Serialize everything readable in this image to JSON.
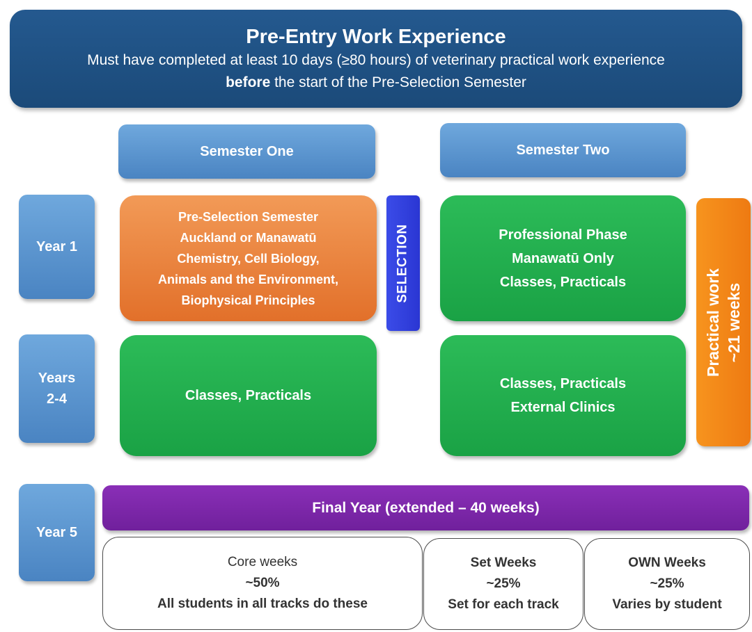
{
  "header": {
    "title": "Pre-Entry Work Experience",
    "line1": "Must have completed at least 10 days (≥80 hours) of veterinary practical work experience",
    "line2_bold": "before",
    "line2_rest": " the start of the Pre-Selection Semester"
  },
  "semesters": {
    "one": "Semester One",
    "two": "Semester Two"
  },
  "years": {
    "year1": "Year 1",
    "years24_line1": "Years",
    "years24_line2": "2-4",
    "year5": "Year 5"
  },
  "preselection": {
    "lines": [
      "Pre-Selection Semester",
      "Auckland or Manawatū",
      "Chemistry, Cell Biology,",
      "Animals and the Environment,",
      "Biophysical Principles"
    ]
  },
  "selection_label": "SELECTION",
  "professional": {
    "lines": [
      "Professional Phase",
      "Manawatū Only",
      "Classes, Practicals"
    ]
  },
  "years24_s1": "Classes, Practicals",
  "years24_s2": {
    "lines": [
      "Classes, Practicals",
      "External Clinics"
    ]
  },
  "practical_work": {
    "line1": "Practical work",
    "line2": "~21 weeks"
  },
  "final_year": "Final Year (extended – 40 weeks)",
  "final_columns": [
    {
      "title": "Core weeks",
      "pct": "~50%",
      "desc": "All students in all tracks do these"
    },
    {
      "title": "Set Weeks",
      "pct": "~25%",
      "desc": "Set for each track"
    },
    {
      "title": "OWN Weeks",
      "pct": "~25%",
      "desc": "Varies by student"
    }
  ],
  "colors": {
    "header": "#1f4e80",
    "semester_blue": "#5b95d0",
    "orange": "#e8803a",
    "green": "#1fad4c",
    "selection_blue": "#3340e0",
    "practical_orange": "#f58a18",
    "purple": "#7a27a8"
  }
}
